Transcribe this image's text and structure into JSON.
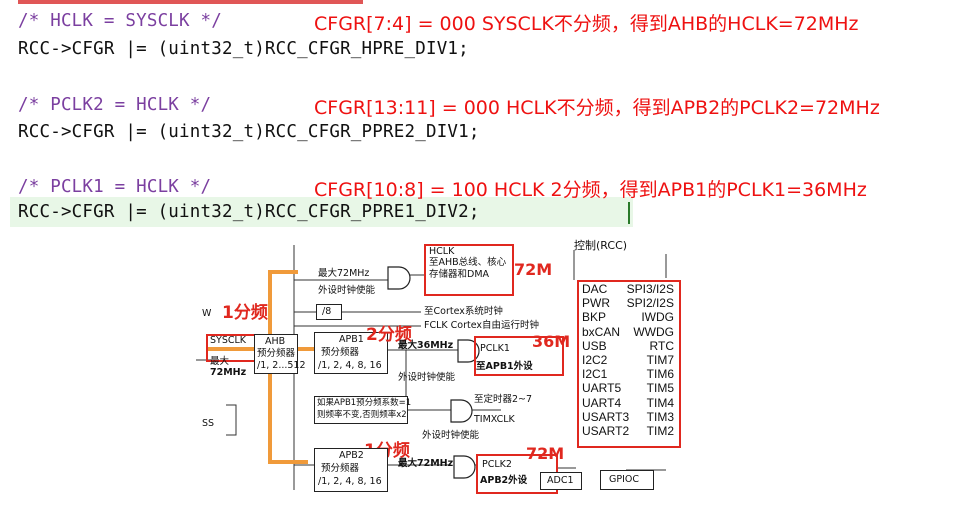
{
  "code": [
    {
      "comment": "/* HCLK = SYSCLK */",
      "statement": "RCC->CFGR |= (uint32_t)RCC_CFGR_HPRE_DIV1;",
      "note": "CFGR[7:4] = 000 SYSCLK不分频，得到AHB的HCLK=72MHz"
    },
    {
      "comment": "/* PCLK2 = HCLK */",
      "statement": "RCC->CFGR |= (uint32_t)RCC_CFGR_PPRE2_DIV1;",
      "note": "CFGR[13:11] = 000 HCLK不分频，得到APB2的PCLK2=72MHz"
    },
    {
      "comment": "/* PCLK1 = HCLK */",
      "statement": "RCC->CFGR |= (uint32_t)RCC_CFGR_PPRE1_DIV2;",
      "note": "CFGR[10:8] = 100 HCLK 2分频，得到APB1的PCLK1=36MHz"
    }
  ],
  "diagram": {
    "top_right_label": "控制(RCC)",
    "w_label": "W",
    "ss_label": "SS",
    "sysclk": "SYSCLK",
    "sysclk_max_1": "最大",
    "sysclk_max_2": "72MHz",
    "ahb_1": "AHB",
    "ahb_2": "预分频器",
    "ahb_3": "/1, 2...512",
    "max72_top": "最大72MHz",
    "peri_clk_enable_top": "外设时钟使能",
    "hclk_1": "HCLK",
    "hclk_2": "至AHB总线、核心",
    "hclk_3": "存储器和DMA",
    "div8": "/8",
    "cortex_sys": "至Cortex系统时钟",
    "fclk": "FCLK Cortex自由运行时钟",
    "apb1_1": "APB1",
    "apb1_2": "预分频器",
    "apb1_3": "/1, 2, 4, 8, 16",
    "max36": "最大36MHz",
    "pclk1": "PCLK1",
    "to_apb1": "至APB1外设",
    "peri_clk_enable_1": "外设时钟使能",
    "timer_note_1": "如果APB1预分频系数=1",
    "timer_note_2": "则频率不变,否则频率x2",
    "timer_target": "至定时器2~7",
    "timxclk": "TIMXCLK",
    "peri_clk_enable_2": "外设时钟使能",
    "apb2_1": "APB2",
    "apb2_2": "预分频器",
    "apb2_3": "/1, 2, 4, 8, 16",
    "max72_bottom": "最大72MHz",
    "pclk2": "PCLK2",
    "to_apb2": "APB2外设",
    "adc1": "ADC1",
    "gpioc": "GPIOC",
    "annotations": {
      "div1_top": "1分频",
      "div2": "2分频",
      "div1_bottom": "1分频",
      "m72_top": "72M",
      "m36": "36M",
      "m72_bottom": "72M"
    },
    "peripherals": [
      [
        "DAC",
        "SPI3/I2S"
      ],
      [
        "PWR",
        "SPI2/I2S"
      ],
      [
        "BKP",
        "IWDG"
      ],
      [
        "bxCAN",
        "WWDG"
      ],
      [
        "USB",
        "RTC"
      ],
      [
        "I2C2",
        "TIM7"
      ],
      [
        "I2C1",
        "TIM6"
      ],
      [
        "UART5",
        "TIM5"
      ],
      [
        "UART4",
        "TIM4"
      ],
      [
        "USART3",
        "TIM3"
      ],
      [
        "USART2",
        "TIM2"
      ]
    ]
  },
  "colors": {
    "note_red": "#ee1111",
    "comment_purple": "#7b3fa0",
    "annotation_orange": "#f09a3a",
    "highlight_green": "#e8f7e7"
  }
}
